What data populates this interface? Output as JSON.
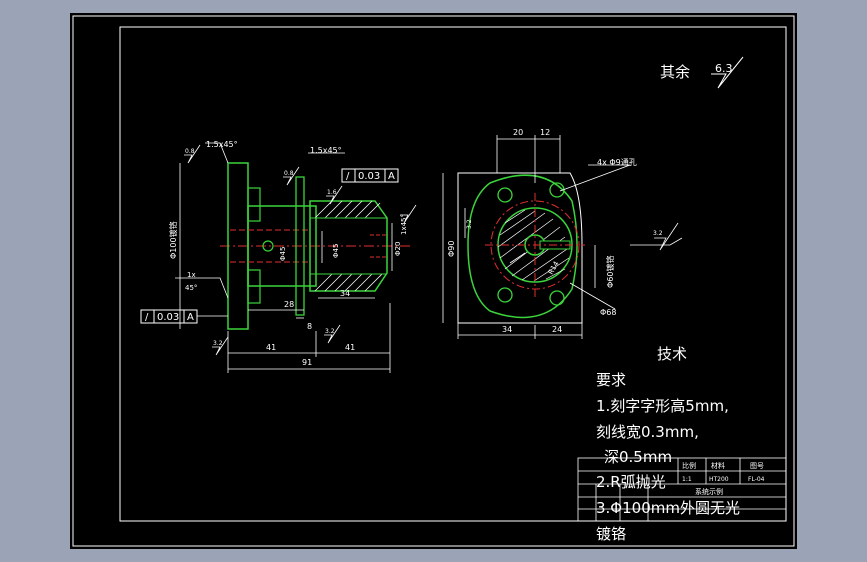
{
  "drawing": {
    "surface_note": {
      "label": "其余",
      "value": "6.3"
    },
    "tech_requirements": {
      "title": "技术",
      "lines": [
        "要求",
        "1.刻字字形高5mm,",
        "刻线宽0.3mm,",
        "深0.5mm",
        "2.R弧抛光",
        "3.Φ100mm外圆无光",
        "镀铬"
      ]
    },
    "left_view": {
      "chamfer_left": "1.5x45°",
      "chamfer_right": "1.5x45°",
      "tolerance_top": {
        "symbol": "/",
        "value": "0.03",
        "datum": "A"
      },
      "tolerance_bottom": {
        "symbol": "/",
        "value": "0.03",
        "datum": "A"
      },
      "dia_100": "Φ100镀铬",
      "dia_45": "Φ45",
      "dia_20": "Φ20",
      "dia_45b": "Φ45",
      "angle_note_1": "1x",
      "angle_note_2": "45°",
      "angle_note_3": "1x45°",
      "dim_28": "28",
      "dim_34": "34",
      "dim_8": "8",
      "dim_41a": "41",
      "dim_41b": "41",
      "dim_91": "91",
      "rough_1": "0.8",
      "rough_2": "0.8",
      "rough_3": "1.6",
      "rough_4": "3.2",
      "rough_5": "3.2"
    },
    "right_view": {
      "dim_20": "20",
      "dim_12": "12",
      "holes": "4x Φ9通孔",
      "dia_90": "Φ90",
      "dim_32": "3.2",
      "dia_60": "Φ60镀铬",
      "dia_68": "Φ68",
      "dim_34": "34",
      "dim_24": "24",
      "dim_r": "R14",
      "rough": "3.2"
    },
    "title_block": {
      "ratio_label": "比例",
      "ratio": "1:1",
      "material_label": "材料",
      "material": "HT200",
      "drawing_no_label": "图号",
      "drawing_no": "FL-04",
      "school": "系统示例"
    }
  }
}
